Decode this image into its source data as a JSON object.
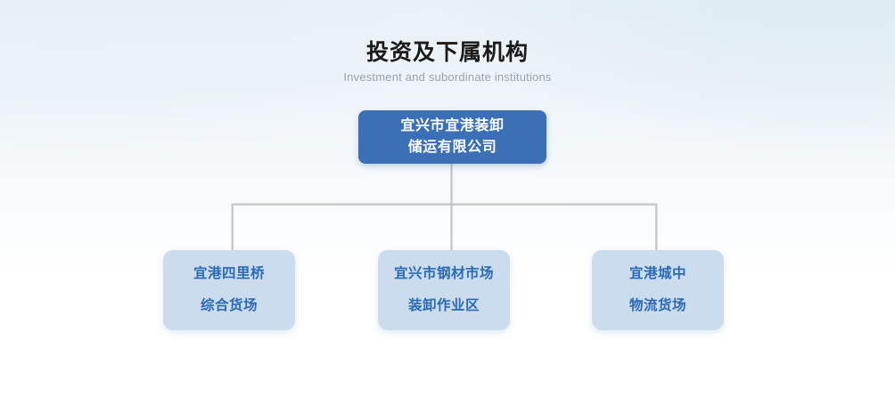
{
  "heading": {
    "title": "投资及下属机构",
    "subtitle": "Investment and subordinate institutions"
  },
  "colors": {
    "root_fill": "#3b70b6",
    "root_text": "#ffffff",
    "child_fill": "#ccdcef",
    "child_text": "#2a6ab5",
    "connector": "#c8c8c8",
    "title_text": "#1b1b1b",
    "subtitle_text": "#9aa3ab",
    "background_top": "#e4eef4",
    "background_bottom": "#ffffff"
  },
  "org_chart": {
    "root": {
      "name": "宜兴市宜港装卸储运有限公司",
      "lines": [
        "宜兴市宜港装卸",
        "储运有限公司"
      ]
    },
    "children": [
      {
        "name": "宜港四里桥综合货场",
        "lines": [
          "宜港四里桥",
          "综合货场"
        ]
      },
      {
        "name": "宜兴市钢材市场装卸作业区",
        "lines": [
          "宜兴市钢材市场",
          "装卸作业区"
        ]
      },
      {
        "name": "宜港城中物流货场",
        "lines": [
          "宜港城中",
          "物流货场"
        ]
      }
    ]
  }
}
